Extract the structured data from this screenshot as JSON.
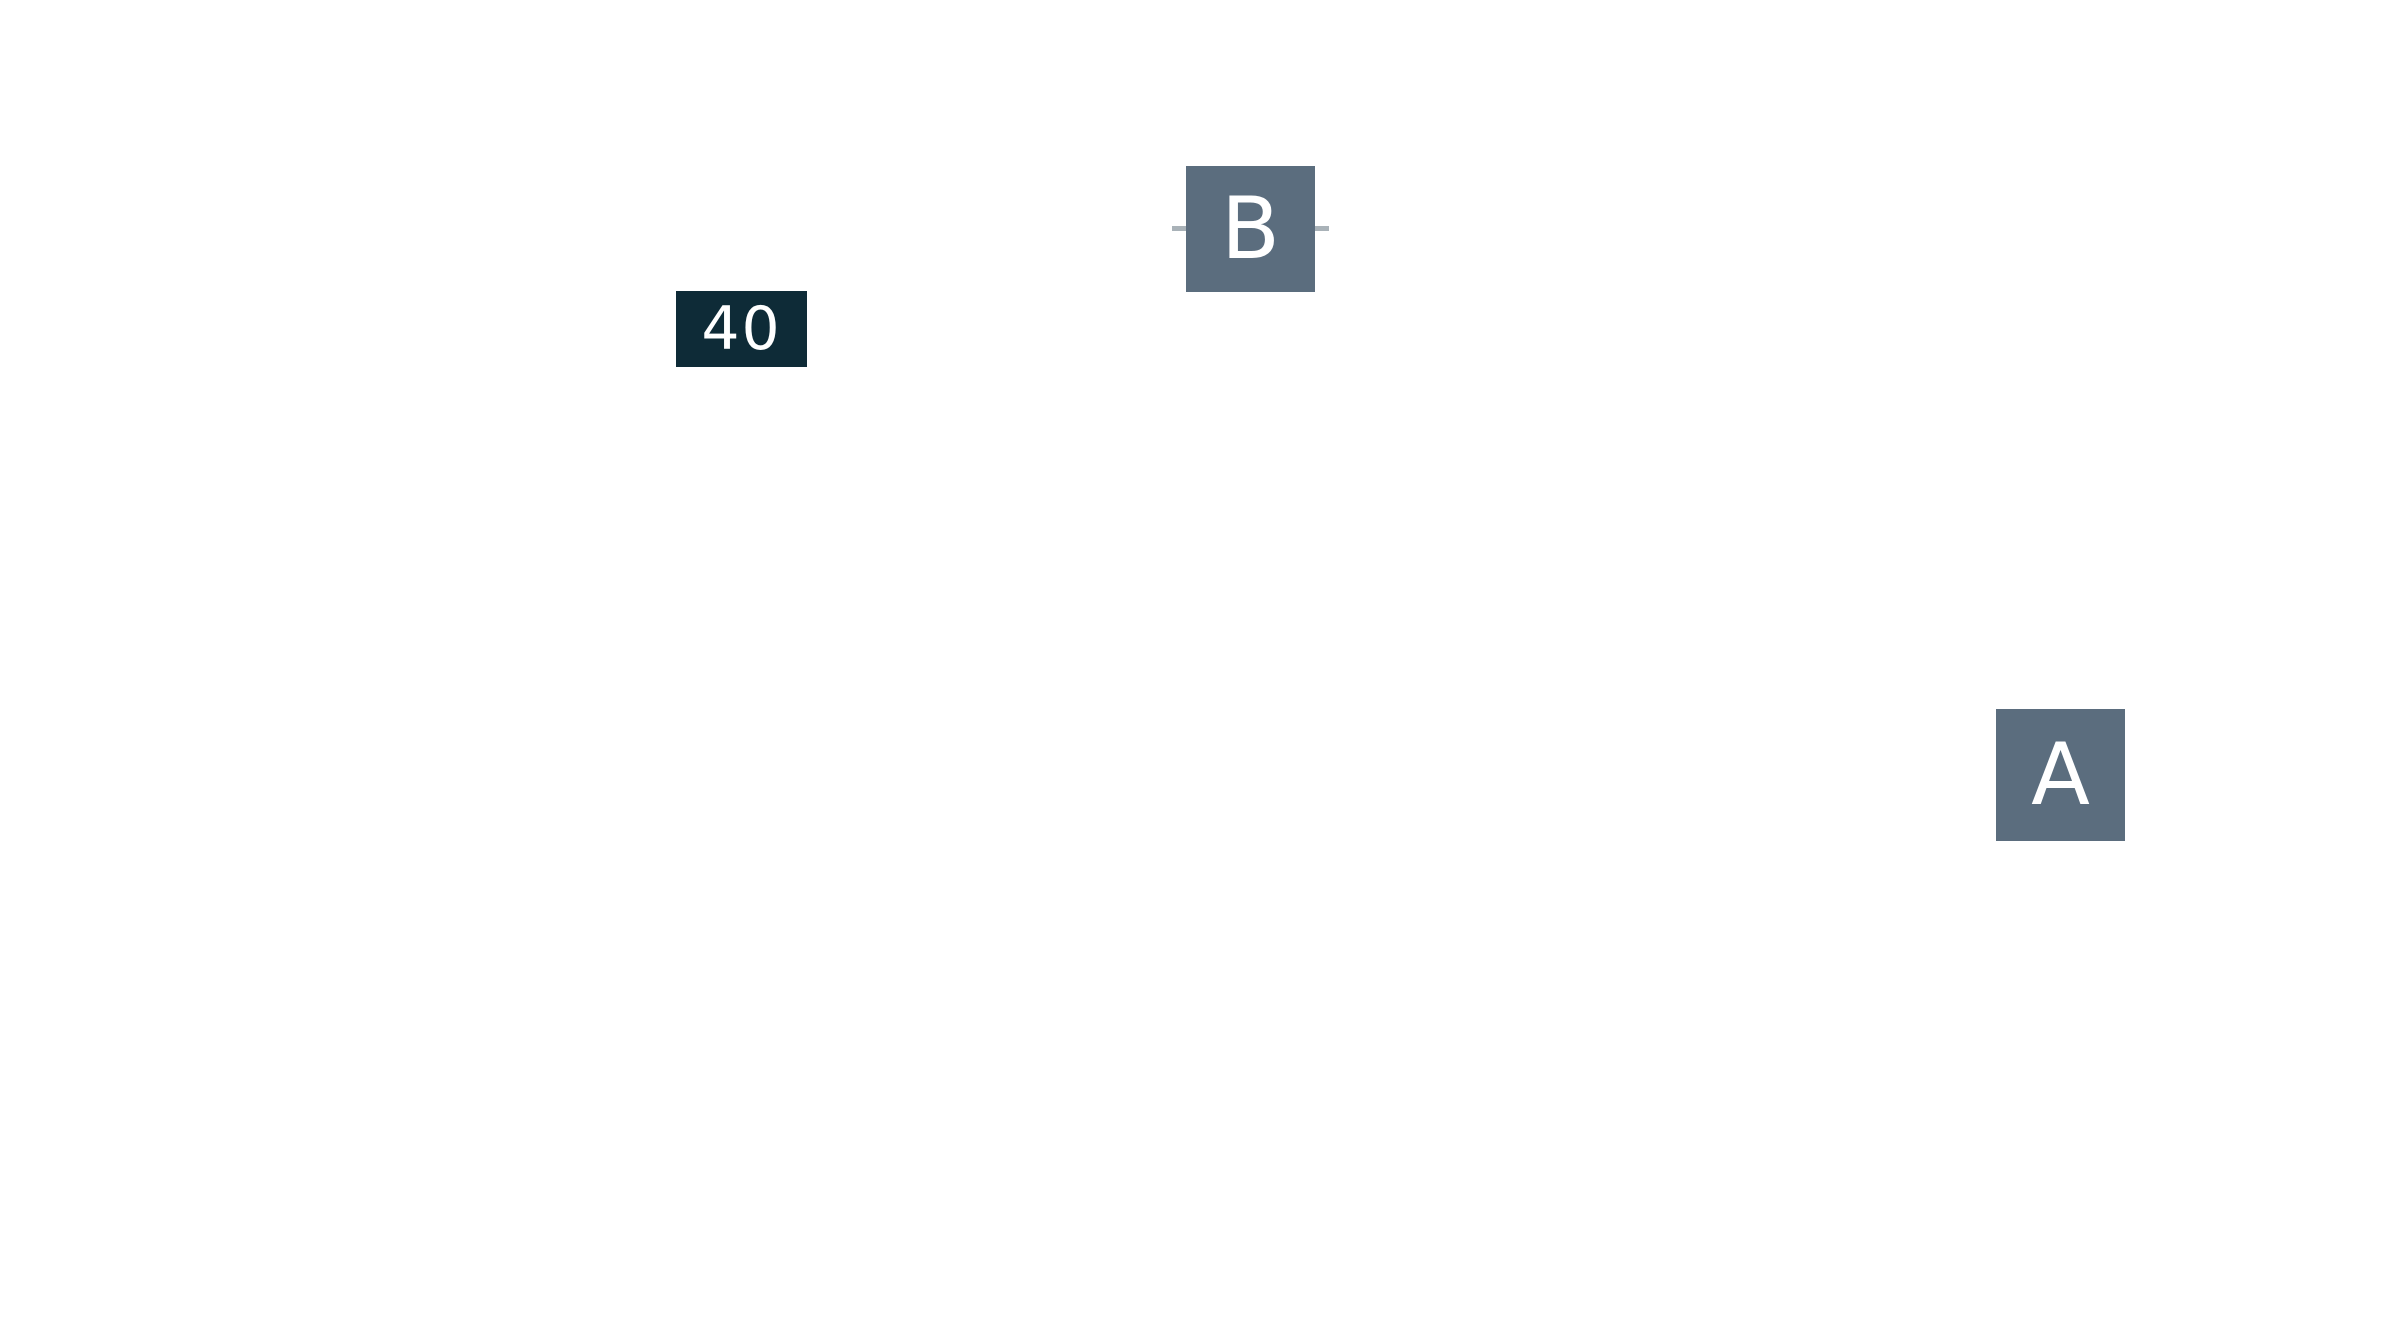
{
  "diagram": {
    "background_color": "#ffffff",
    "nodes": [
      {
        "id": "B",
        "label": "B",
        "fill_color": "#5b6d7e",
        "text_color": "#ffffff"
      },
      {
        "id": "A",
        "label": "A",
        "fill_color": "#5b6d7e",
        "text_color": "#ffffff"
      }
    ],
    "edge_labels": [
      {
        "value": "40",
        "fill_color": "#0e2b37",
        "text_color": "#ffffff"
      }
    ]
  }
}
